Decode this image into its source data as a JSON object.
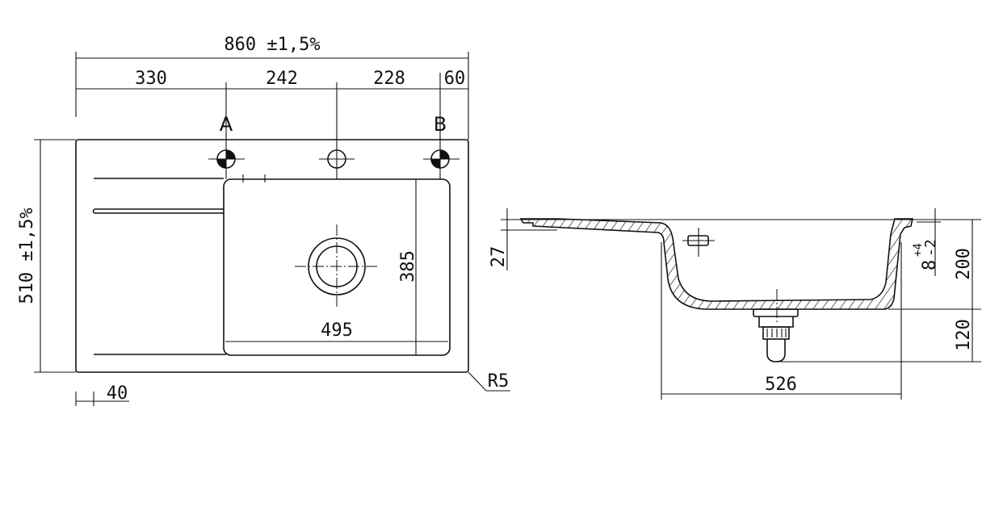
{
  "plan_view": {
    "overall_width": "860 ±1,5%",
    "segment_1": "330",
    "segment_2": "242",
    "segment_3": "228",
    "segment_4": "60",
    "tap_hole_a": "A",
    "tap_hole_b": "B",
    "overall_depth": "510 ±1,5%",
    "bowl_width": "495",
    "bowl_depth": "385",
    "edge_offset": "40",
    "corner_radius": "R5"
  },
  "section_view": {
    "rim_height": "27",
    "bowl_length": "526",
    "tolerance_base": "8",
    "tolerance_plus": "+4",
    "tolerance_minus": "-2",
    "bowl_height": "200",
    "waste_height": "120"
  }
}
